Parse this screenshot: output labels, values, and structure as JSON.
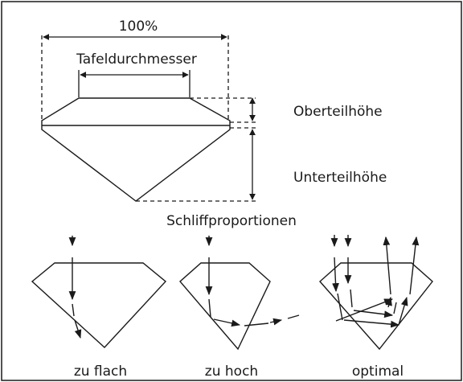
{
  "labels": {
    "total_width": "100%",
    "table_diameter": "Tafeldurchmesser",
    "crown_height": "Oberteilhöhe",
    "pavilion_height": "Unterteilhöhe",
    "section_title": "Schliffproportionen"
  },
  "cuts": [
    {
      "caption": "zu flach"
    },
    {
      "caption": "zu hoch"
    },
    {
      "caption": "optimal"
    }
  ]
}
